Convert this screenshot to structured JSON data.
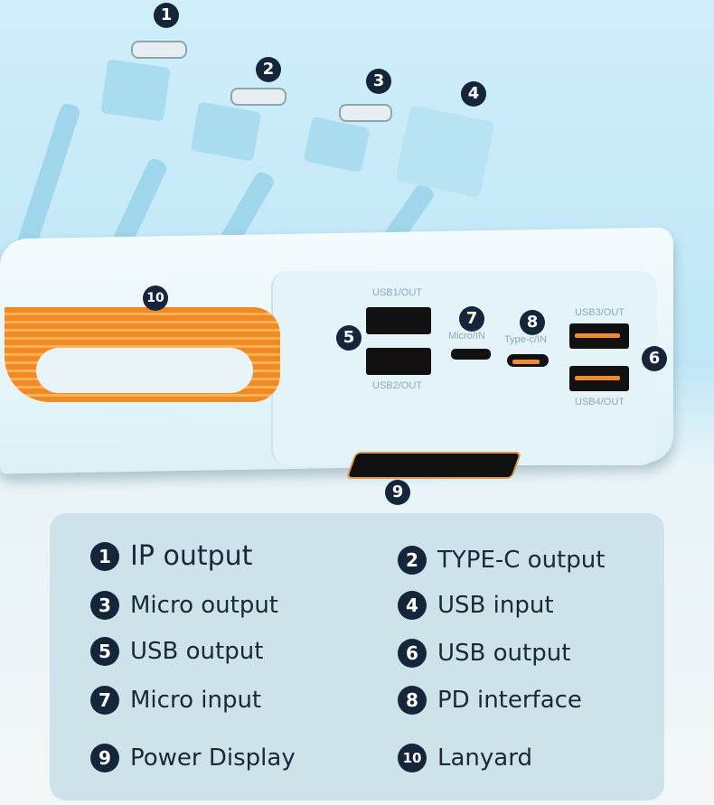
{
  "callouts": [
    "1",
    "2",
    "3",
    "4",
    "5",
    "6",
    "7",
    "8",
    "9",
    "10"
  ],
  "ports": {
    "usb1": "USB1/OUT",
    "usb2": "USB2/OUT",
    "usb3": "USB3/OUT",
    "usb4": "USB4/OUT",
    "micro_in": "Micro/IN",
    "typec_in": "Type-c/IN"
  },
  "legend": [
    {
      "num": "1",
      "label": "IP output"
    },
    {
      "num": "2",
      "label": "TYPE-C output"
    },
    {
      "num": "3",
      "label": "Micro output"
    },
    {
      "num": "4",
      "label": "USB input"
    },
    {
      "num": "5",
      "label": "USB output"
    },
    {
      "num": "6",
      "label": "USB output"
    },
    {
      "num": "7",
      "label": "Micro input"
    },
    {
      "num": "8",
      "label": "PD interface"
    },
    {
      "num": "9",
      "label": "Power Display"
    },
    {
      "num": "10",
      "label": "Lanyard"
    }
  ],
  "colors": {
    "badge": "#15263a",
    "lanyard": "#f28a24",
    "cable": "#9fd6ec"
  }
}
